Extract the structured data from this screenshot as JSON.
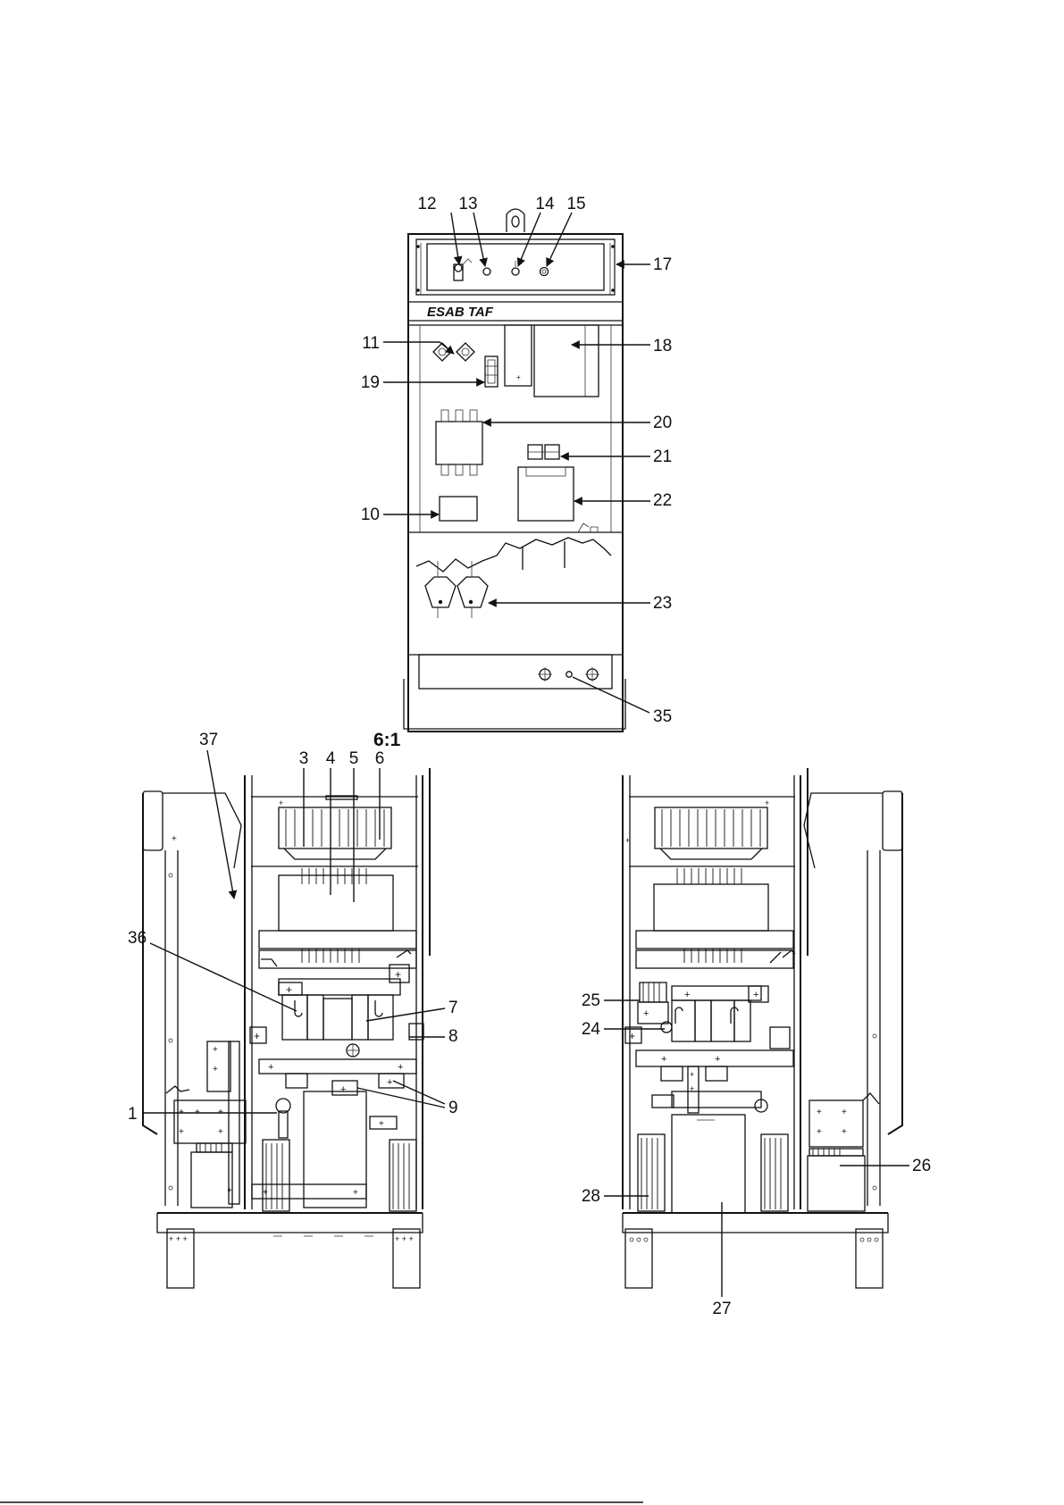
{
  "front_view": {
    "brand_label": "ESAB  TAF",
    "callouts": [
      "12",
      "13",
      "14",
      "15",
      "17",
      "11",
      "18",
      "19",
      "20",
      "21",
      "22",
      "10",
      "23",
      "35"
    ]
  },
  "side_views": {
    "scale_label": "6:1",
    "left_callouts": [
      "37",
      "3",
      "4",
      "5",
      "6",
      "36",
      "7",
      "8",
      "9",
      "1"
    ],
    "right_callouts": [
      "25",
      "24",
      "26",
      "28",
      "27"
    ]
  },
  "colors": {
    "line": "#111111",
    "background": "#ffffff"
  },
  "icons": [
    "arrow-leader-icon",
    "plus-marker-icon",
    "terminal-circle-icon"
  ]
}
